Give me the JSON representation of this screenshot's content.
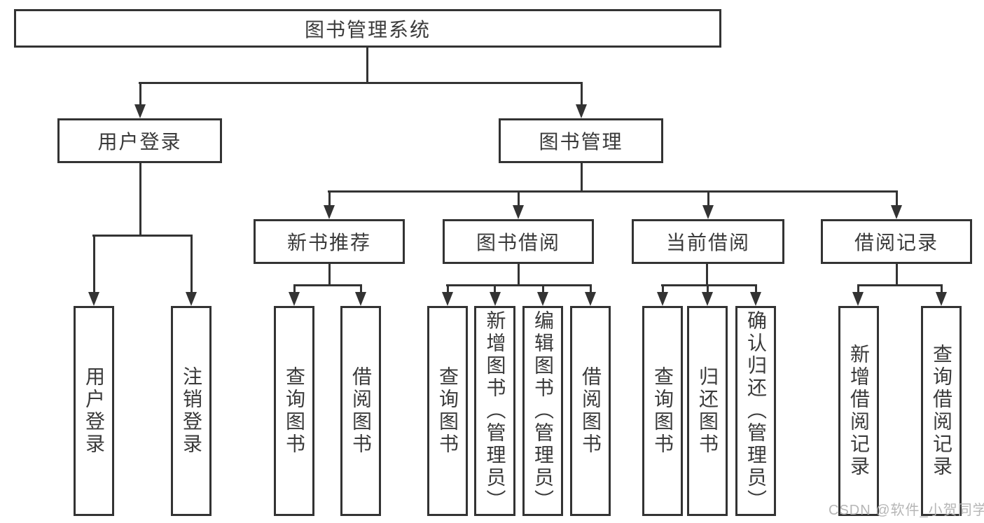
{
  "tree": {
    "label": "图书管理系统",
    "children": [
      {
        "label": "用户登录",
        "children": [
          {
            "label": "用户登录"
          },
          {
            "label": "注销登录"
          }
        ]
      },
      {
        "label": "图书管理",
        "children": [
          {
            "label": "新书推荐",
            "children": [
              {
                "label": "查询图书"
              },
              {
                "label": "借阅图书"
              }
            ]
          },
          {
            "label": "图书借阅",
            "children": [
              {
                "label": "查询图书"
              },
              {
                "label": "新增图书（管理员）"
              },
              {
                "label": "编辑图书（管理员）"
              },
              {
                "label": "借阅图书"
              }
            ]
          },
          {
            "label": "当前借阅",
            "children": [
              {
                "label": "查询图书"
              },
              {
                "label": "归还图书"
              },
              {
                "label": "确认归还（管理员）"
              }
            ]
          },
          {
            "label": "借阅记录",
            "children": [
              {
                "label": "新增借阅记录"
              },
              {
                "label": "查询借阅记录"
              }
            ]
          }
        ]
      }
    ]
  },
  "watermark": "CSDN @软件_小贺同学",
  "colors": {
    "line": "#333333",
    "text": "#3a3a3a",
    "watermark": "#b2b2b2",
    "background": "#ffffff"
  }
}
